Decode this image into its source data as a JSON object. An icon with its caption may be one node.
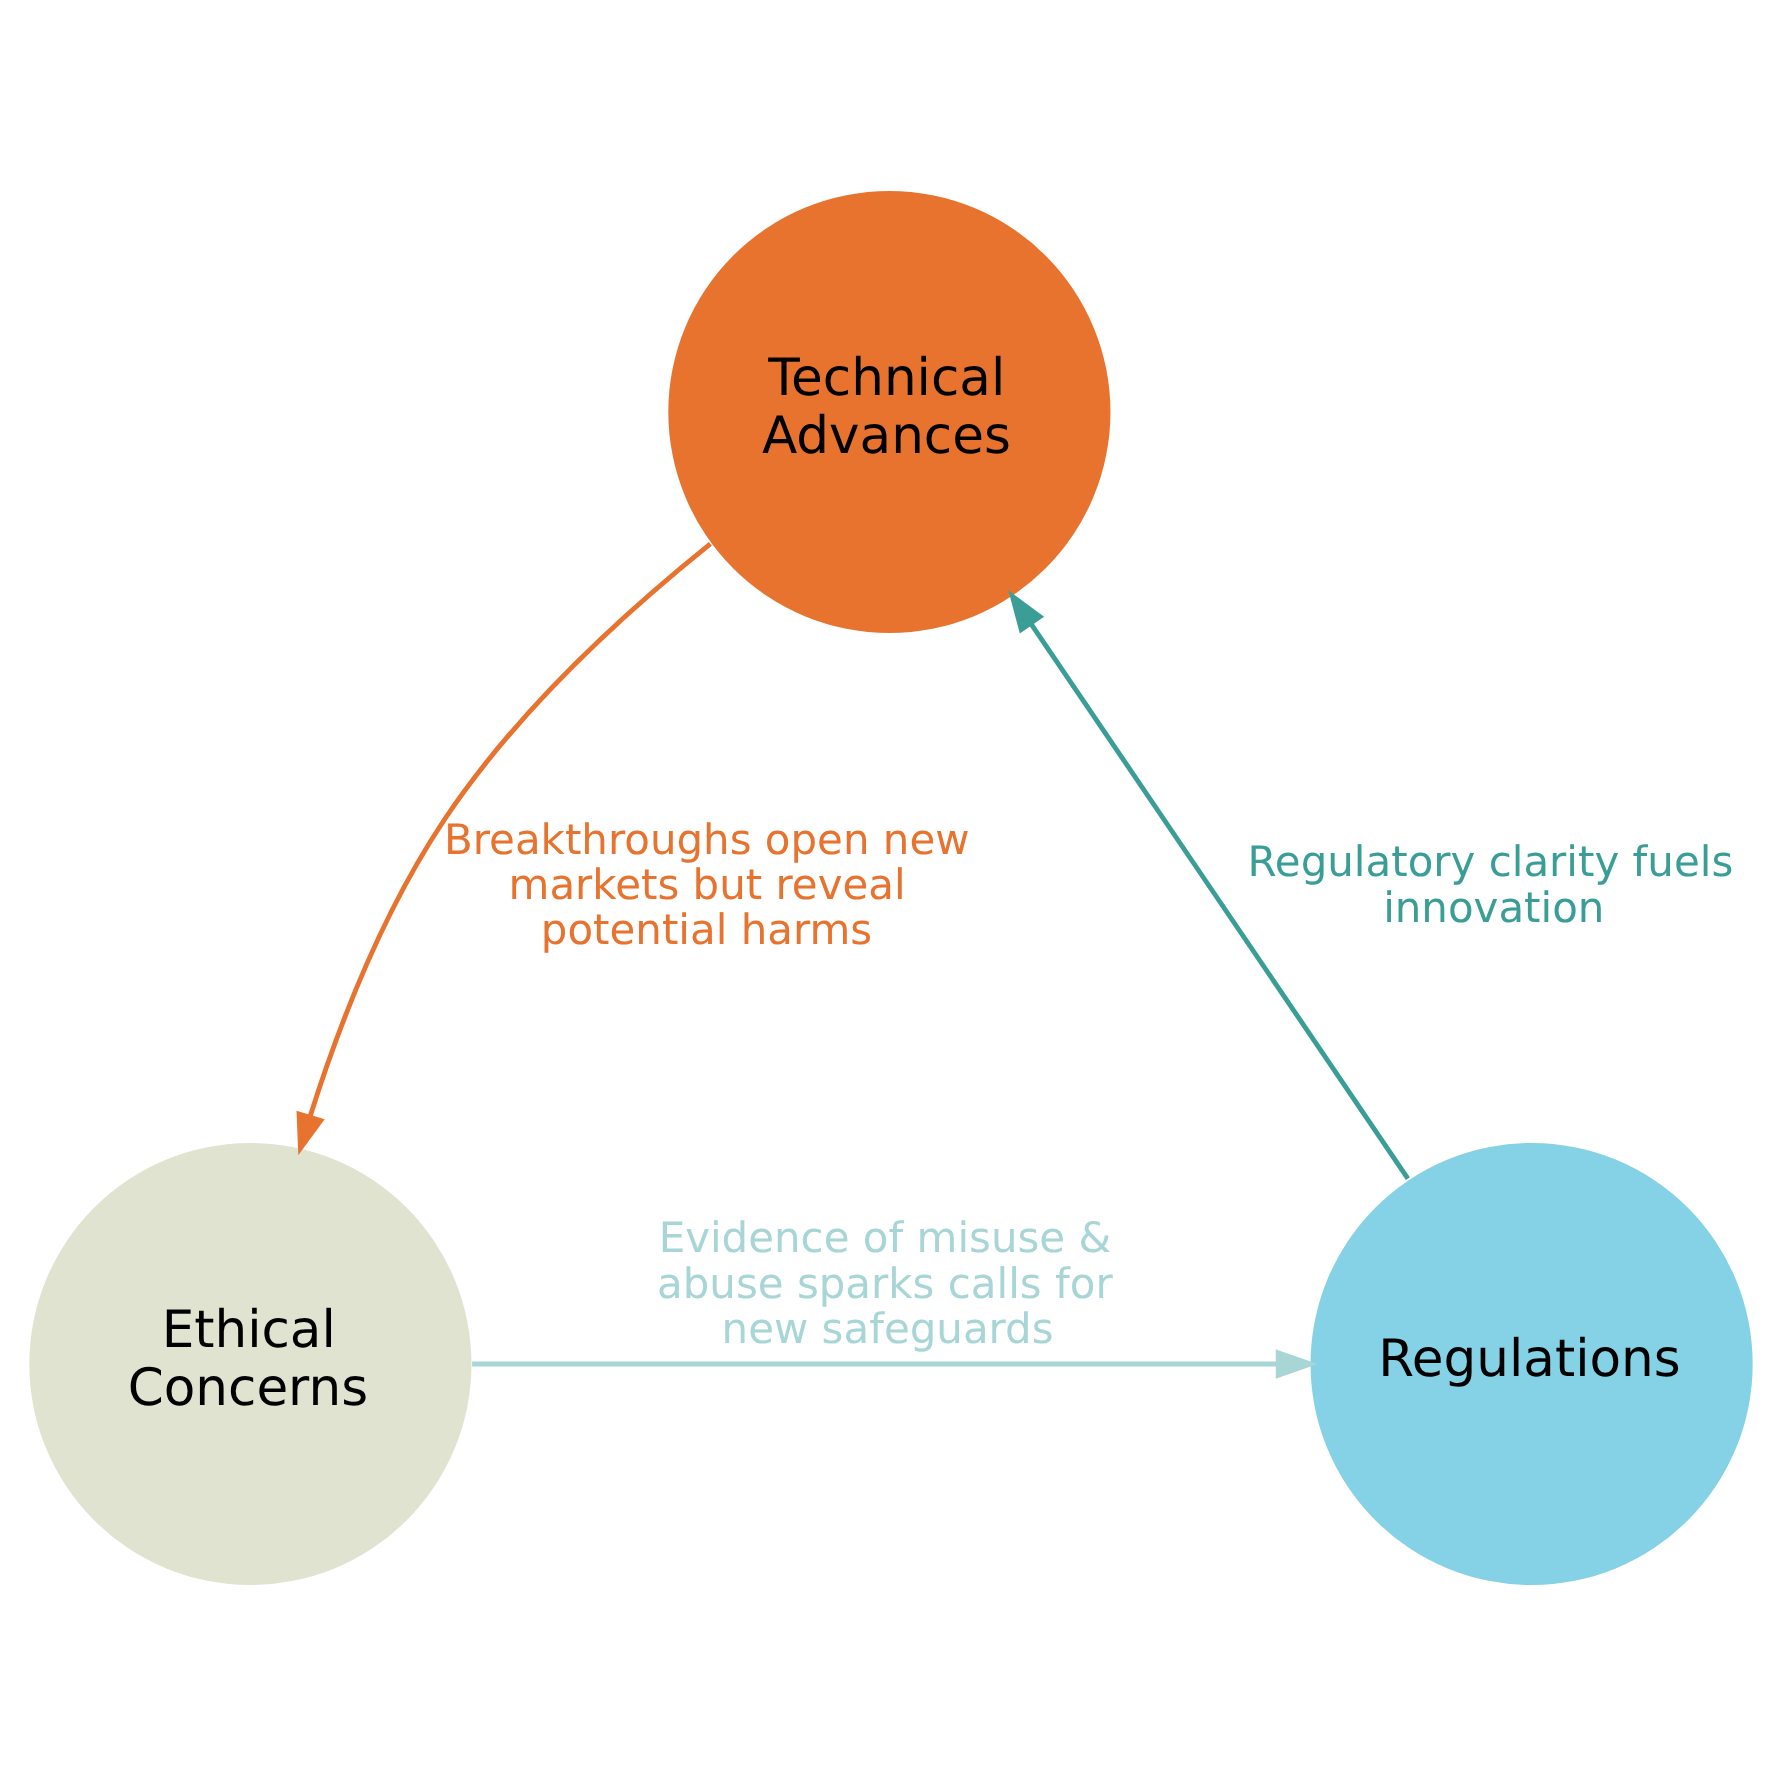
{
  "diagram": {
    "nodes": [
      {
        "text": [
          "Technical Advances"
        ]
      },
      {
        "text": [
          "Regulations"
        ]
      },
      {
        "text": [
          "Ethical Concerns"
        ]
      }
    ],
    "edges": [
      {
        "from": 0,
        "to": 2,
        "arrow": "to",
        "label": "Breakthroughs open new markets but reveal potential harms",
        "color": "#e8732e"
      },
      {
        "from": 2,
        "to": 1,
        "arrow": "to",
        "label": "Evidence of misuse & abuse sparks calls for new safeguards",
        "color": "#a8d5d5"
      },
      {
        "from": 1,
        "to": 0,
        "arrow": "to",
        "label": "Regulatory clarity fuels innovation",
        "color": "#3a9e96"
      }
    ]
  }
}
